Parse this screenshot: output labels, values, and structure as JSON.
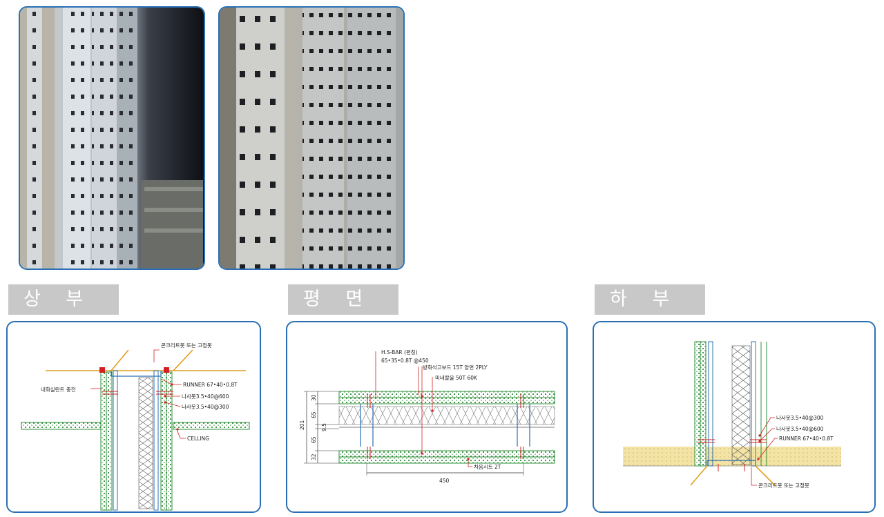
{
  "sections": {
    "top": "상 부",
    "plan": "평 면",
    "bottom": "하 부"
  },
  "top_labels": {
    "fastener": "콘크리트못 또는 고정못",
    "sealant": "내화실란트 충전",
    "runner": "RUNNER 67•40•0.8T",
    "screw1": "나사못3.5•40@600",
    "screw2": "나사못3.5•40@300",
    "ceiling": "CELLING"
  },
  "plan_labels": {
    "hbar": "H.S-BAR (편칭)",
    "hbar_spec": "65•35•0.8T @450",
    "board": "방화석고보드 15T 양면 2PLY",
    "mineral": "미네랄울 50T 60K",
    "sheet": "차음시트 2T",
    "dim_total": "201",
    "dim_30": "30",
    "dim_65a": "65",
    "dim_95": "9.5",
    "dim_65b": "65",
    "dim_32": "32",
    "dim_450": "450"
  },
  "bottom_labels": {
    "screw2": "나사못3.5•40@300",
    "screw1": "나사못3.5•40@600",
    "runner": "RUNNER 67•40•0.8T",
    "fastener": "콘크리트못 또는 고정못"
  },
  "colors": {
    "frame": "#2a6fb5",
    "tab": "#c8c8c8",
    "board": "#2f8f3a",
    "leader": "#d42020",
    "fastener": "#e0a020",
    "floor": "#f3e4a6"
  }
}
